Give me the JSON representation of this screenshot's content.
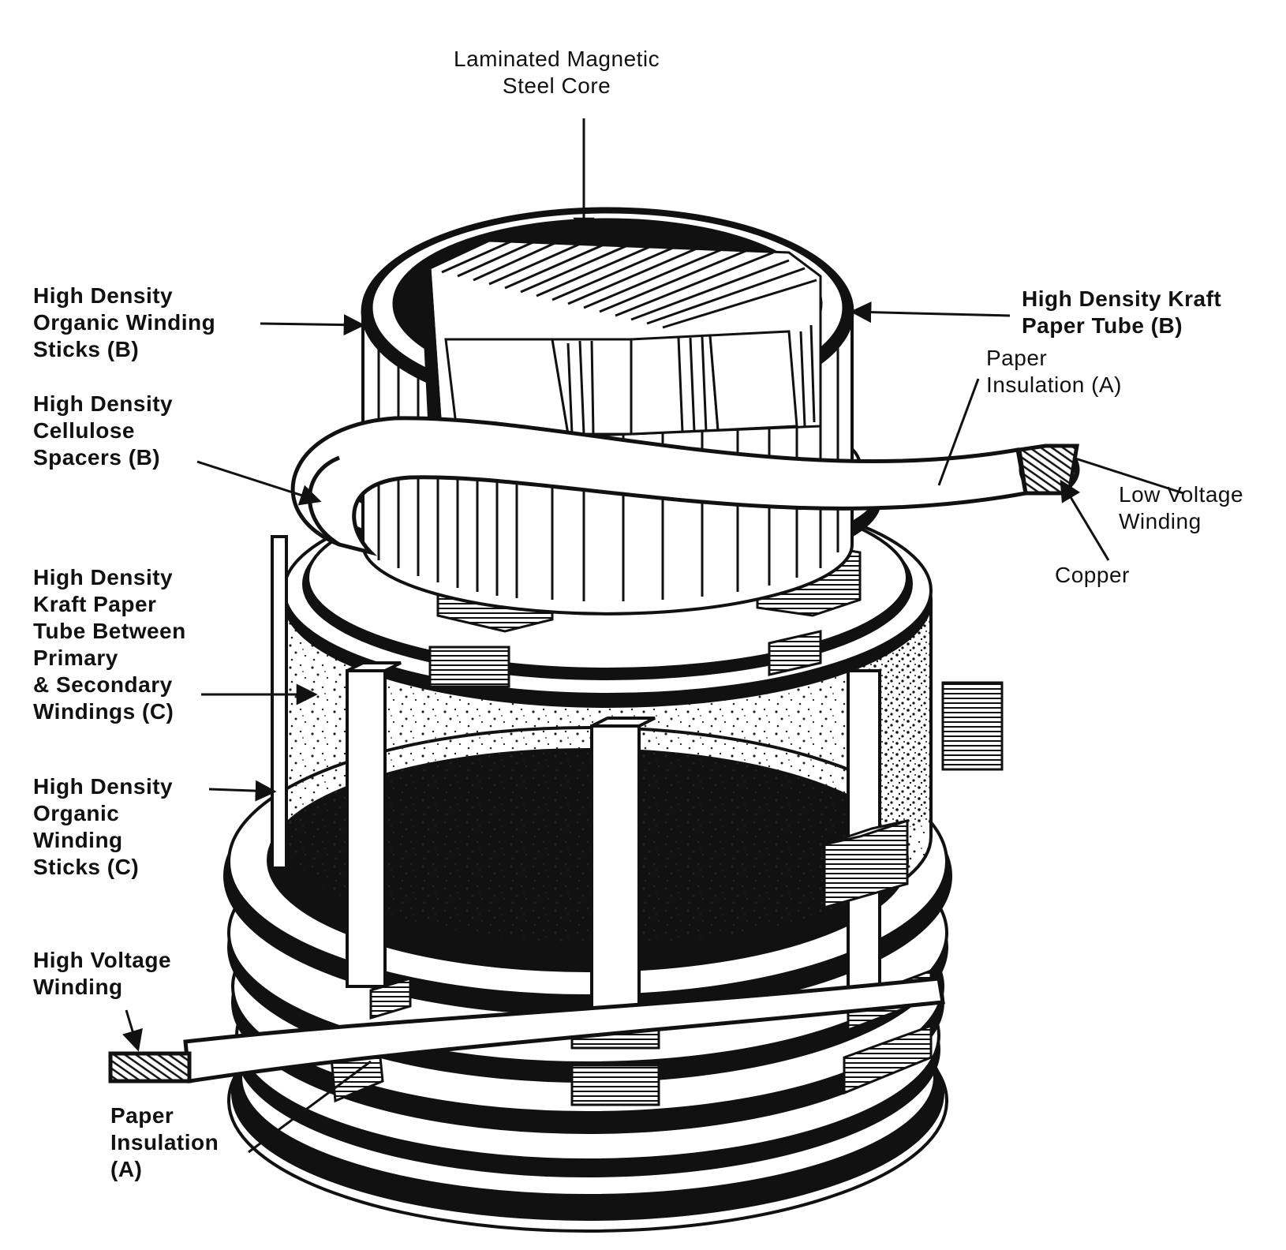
{
  "diagram": {
    "labels": {
      "core": "Laminated Magnetic\nSteel Core",
      "sticks_b": "High Density\nOrganic Winding\nSticks (B)",
      "kraft_tube_b": "High Density Kraft\nPaper Tube (B)",
      "paper_insulation_top": "Paper\nInsulation (A)",
      "spacers_b": "High Density\nCellulose\nSpacers (B)",
      "low_voltage": "Low Voltage\nWinding",
      "copper": "Copper",
      "kraft_tube_c": "High Density\nKraft Paper\nTube Between\nPrimary\n& Secondary\nWindings (C)",
      "sticks_c": "High Density\nOrganic\nWinding\nSticks (C)",
      "high_voltage": "High Voltage\nWinding",
      "paper_insulation_bottom": "Paper\nInsulation\n(A)"
    },
    "colors": {
      "ink": "#111111",
      "paper": "#ffffff",
      "stipple": "#222222"
    }
  }
}
